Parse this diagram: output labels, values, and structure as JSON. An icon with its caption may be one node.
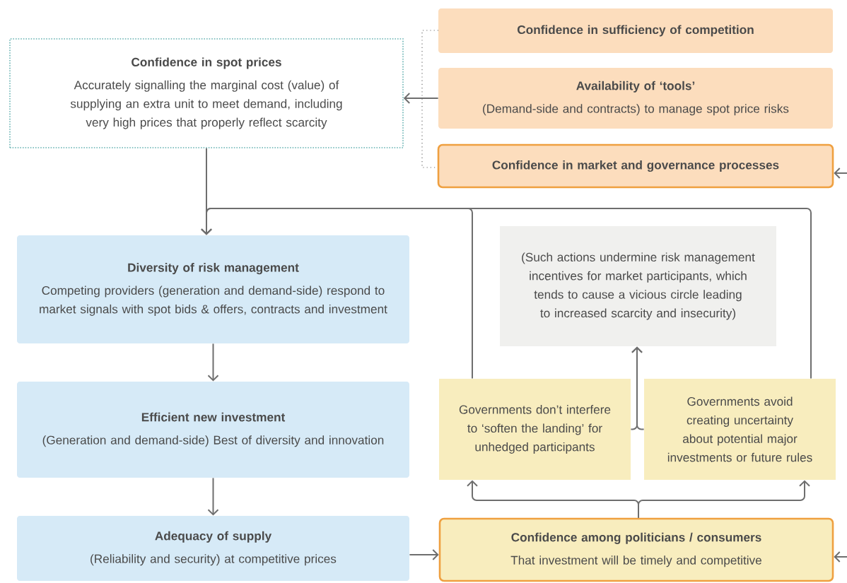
{
  "diagram": {
    "nodes": [
      {
        "text": [
          "Confidence in spot prices",
          "Accurately signalling the marginal cost (value) of supplying an extra unit to meet demand, including very high prices that properly reflect scarcity"
        ]
      },
      {
        "text": [
          "Confidence in sufficiency of competition"
        ]
      },
      {
        "text": [
          "Availability of ‘tools’",
          "(Demand-side and contracts) to manage spot price risks"
        ]
      },
      {
        "text": [
          "Confidence in market and governance processes"
        ]
      },
      {
        "text": [
          "Diversity of risk management",
          "Competing providers (generation and demand-side) respond to market signals with spot bids & offers, contracts and investment"
        ]
      },
      {
        "text": [
          "Efficient new investment",
          "(Generation and demand-side) Best of diversity and innovation"
        ]
      },
      {
        "text": [
          "Adequacy of supply",
          "(Reliability and security) at competitive prices"
        ]
      },
      {
        "text": [
          "(Such actions undermine risk management incentives for market participants, which tends to cause a vicious circle leading to increased scarcity and insecurity)"
        ]
      },
      {
        "text": [
          "Governments don’t interfere to ‘soften the landing’ for unhedged participants"
        ]
      },
      {
        "text": [
          "Governments avoid creating uncertainty about potential major investments or future rules"
        ]
      },
      {
        "text": [
          "Confidence among politicians / consumers",
          "That investment will be timely and competitive"
        ]
      }
    ],
    "edges": [
      {
        "from": 2,
        "to": 0,
        "arrow": "to"
      },
      {
        "from": 0,
        "to": 4,
        "arrow": "to"
      },
      {
        "from": 8,
        "to": 4,
        "arrow": "to"
      },
      {
        "from": 9,
        "to": 4,
        "arrow": "to"
      },
      {
        "from": 4,
        "to": 5,
        "arrow": "to"
      },
      {
        "from": 5,
        "to": 6,
        "arrow": "to"
      },
      {
        "from": 6,
        "to": 10,
        "arrow": "to"
      },
      {
        "from": 8,
        "to": 7,
        "arrow": "to"
      },
      {
        "from": 9,
        "to": 7,
        "arrow": "to"
      },
      {
        "from": 10,
        "to": 8,
        "arrow": "to"
      },
      {
        "from": 10,
        "to": 9,
        "arrow": "to"
      },
      {
        "from": null,
        "to": 3,
        "arrow": "to"
      },
      {
        "from": null,
        "to": 10,
        "arrow": "to"
      }
    ]
  }
}
